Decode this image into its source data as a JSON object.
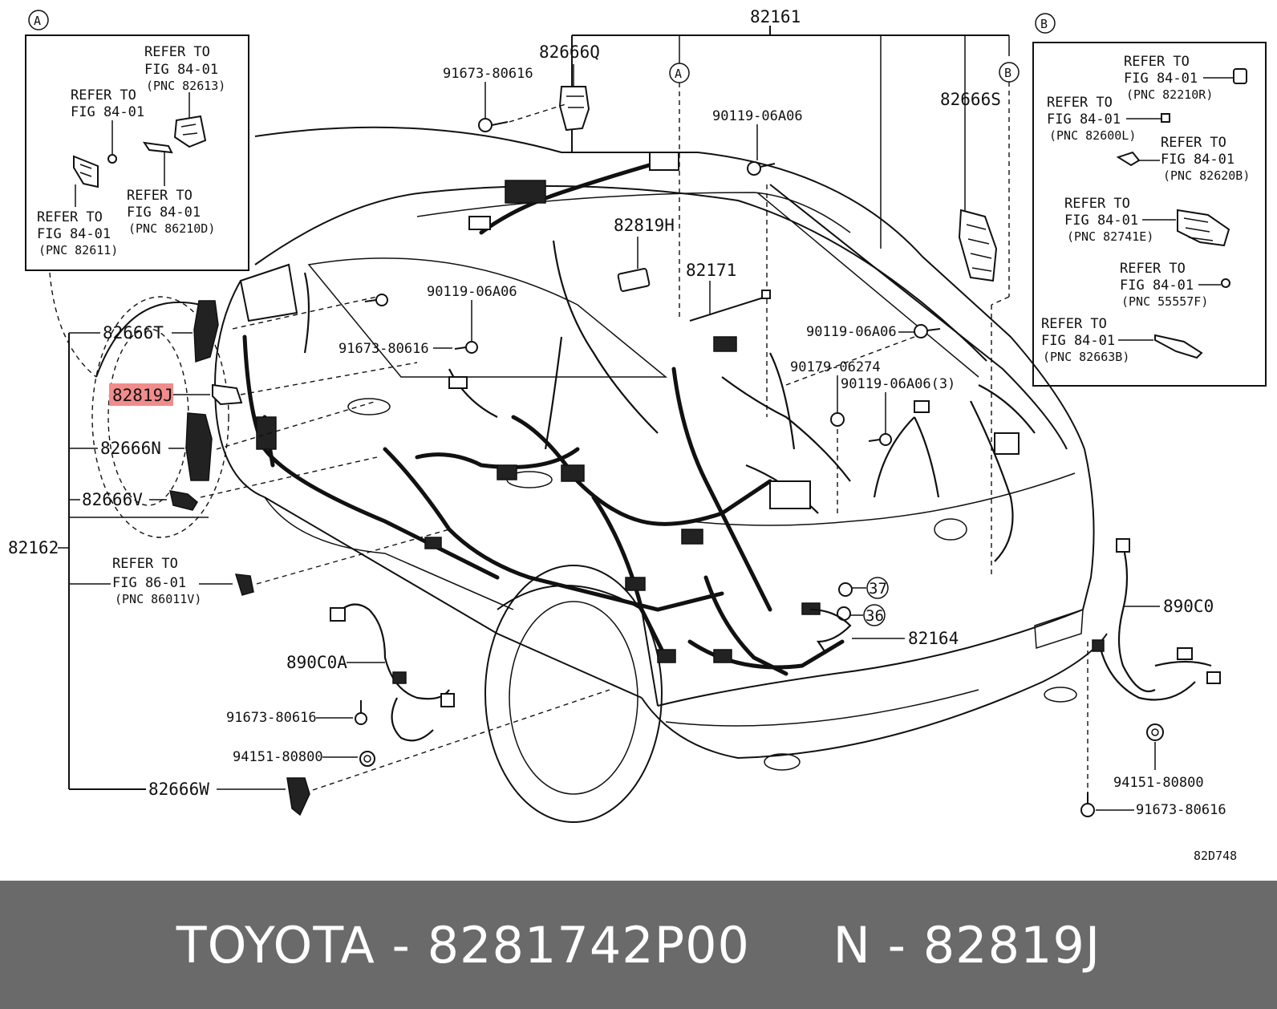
{
  "diagram": {
    "code": "82D748",
    "inset_a": {
      "marker": "A",
      "refs": [
        {
          "line1": "REFER TO",
          "line2": "FIG 84-01",
          "pnc": "(PNC 82613)"
        },
        {
          "line1": "REFER TO",
          "line2": "FIG 84-01"
        },
        {
          "line1": "REFER TO",
          "line2": "FIG 84-01",
          "pnc": "(PNC 86210D)"
        },
        {
          "line1": "REFER TO",
          "line2": "FIG 84-01",
          "pnc": "(PNC 82611)"
        }
      ]
    },
    "inset_b": {
      "marker": "B",
      "refs": [
        {
          "line1": "REFER TO",
          "line2": "FIG 84-01",
          "pnc": "(PNC 82210R)"
        },
        {
          "line1": "REFER TO",
          "line2": "FIG 84-01",
          "pnc": "(PNC 82600L)"
        },
        {
          "line1": "REFER TO",
          "line2": "FIG 84-01",
          "pnc": "(PNC 82620B)"
        },
        {
          "line1": "REFER TO",
          "line2": "FIG 84-01",
          "pnc": "(PNC 82741E)"
        },
        {
          "line1": "REFER TO",
          "line2": "FIG 84-01",
          "pnc": "(PNC 55557F)"
        },
        {
          "line1": "REFER TO",
          "line2": "FIG 84-01",
          "pnc": "(PNC 82663B)"
        }
      ]
    },
    "labels": {
      "p82161": "82161",
      "p82666q": "82666Q",
      "p91673_top": "91673-80616",
      "marker_a": "A",
      "marker_b": "B",
      "p90119_top": "90119-06A06",
      "p82666s": "82666S",
      "p82819h": "82819H",
      "p82171": "82171",
      "p82666t": "82666T",
      "p90119_mid": "90119-06A06",
      "p91673_mid": "91673-80616",
      "p90119_right": "90119-06A06",
      "p90179": "90179-06274",
      "p90119_3": "90119-06A06(3)",
      "p82819j": "82819J",
      "p82666n": "82666N",
      "p82666v": "82666V",
      "p82162": "82162",
      "ref86_l1": "REFER TO",
      "ref86_l2": "FIG 86-01",
      "ref86_pnc": "(PNC 86011V)",
      "p890c0a": "890C0A",
      "p91673_l": "91673-80616",
      "p94151_l": "94151-80800",
      "p82666w": "82666W",
      "p37": "37",
      "p36": "36",
      "p82164": "82164",
      "p890c0": "890C0",
      "p94151_r": "94151-80800",
      "p91673_r": "91673-80616"
    }
  },
  "footer": {
    "text": "TOYOTA - 8281742P00     N - 82819J"
  }
}
